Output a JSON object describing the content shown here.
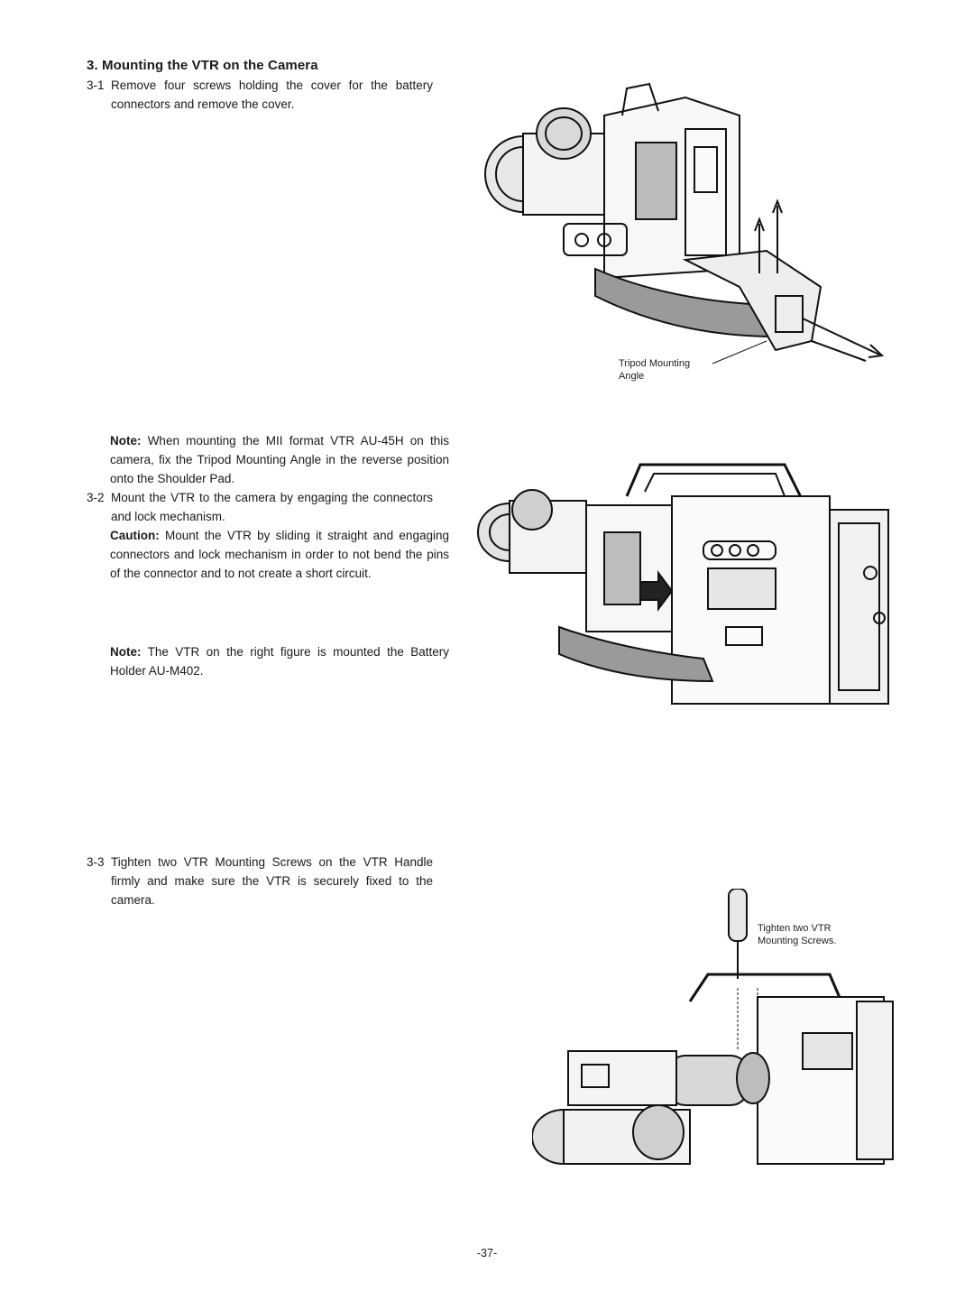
{
  "section": {
    "title": "3. Mounting the VTR on the Camera"
  },
  "step_3_1": {
    "num": "3-1",
    "text": "Remove four screws holding the cover for the battery connectors and remove the cover."
  },
  "note_1": {
    "lead": "Note:",
    "text": "When mounting the MII format VTR AU-45H on this camera, fix the Tripod Mounting Angle in the reverse position onto the Shoulder Pad."
  },
  "step_3_2": {
    "num": "3-2",
    "text": "Mount the VTR to the camera by engaging the connectors and lock mechanism."
  },
  "caution": {
    "lead": "Caution:",
    "text": "Mount the VTR by sliding it straight and engaging connectors and lock mechanism in order to not bend the pins of the connector and to not create a short circuit."
  },
  "note_2": {
    "lead": "Note:",
    "text": "The VTR on the right figure is mounted the Battery Holder AU-M402."
  },
  "step_3_3": {
    "num": "3-3",
    "text": "Tighten two VTR Mounting Screws on the VTR Handle firmly and make sure the VTR is securely fixed to the camera."
  },
  "figure_1": {
    "caption_line1": "Tripod Mounting",
    "caption_line2": "Angle"
  },
  "figure_3": {
    "caption_line1": "Tighten two VTR",
    "caption_line2": "Mounting Screws."
  },
  "page_number": "-37-"
}
